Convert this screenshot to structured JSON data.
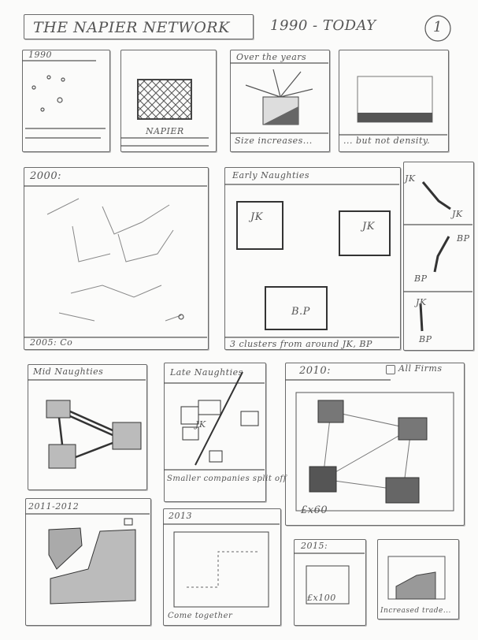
{
  "header": {
    "title": "THE NAPIER NETWORK",
    "years": "1990 - TODAY",
    "page_number": "1"
  },
  "panels": {
    "p1990": {
      "label": "1990"
    },
    "p_napier": {
      "label": "NAPIER"
    },
    "p_over_years": {
      "label": "Over the years",
      "caption": "Size increases..."
    },
    "p_not_density": {
      "caption": "... but not density."
    },
    "p2000": {
      "label": "2000:",
      "caption": "2005: Co"
    },
    "p_early": {
      "label": "Early Naughties",
      "caption": "3 clusters from around JK, BP",
      "nodes": [
        "JK",
        "JK",
        "B.P"
      ]
    },
    "p_timeline": {
      "nodes": [
        "JK",
        "JK",
        "BP",
        "BP",
        "JK",
        "BP"
      ]
    },
    "p_mid": {
      "label": "Mid Naughties"
    },
    "p_late": {
      "label": "Late Naughties",
      "caption": "Smaller companies split off",
      "node": "JK"
    },
    "p2010": {
      "label": "2010:",
      "checkbox": "All Firms",
      "value": "£x60"
    },
    "p2011": {
      "label": "2011-2012"
    },
    "p2013": {
      "label": "2013",
      "caption": "Come together"
    },
    "p2015": {
      "label": "2015:",
      "value": "£x100",
      "caption": "Increased trade..."
    }
  }
}
